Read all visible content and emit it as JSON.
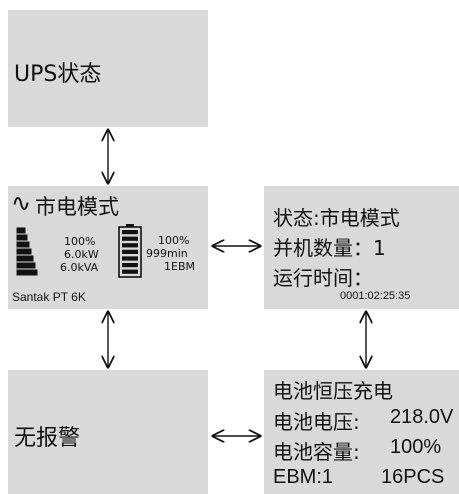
{
  "status_panel": {
    "title": "UPS状态"
  },
  "main_panel": {
    "mode_symbol": "∿",
    "mode": "市电模式",
    "load": {
      "percent_text": "100%",
      "kw": "6.0kW",
      "kva": "6.0kVA",
      "level": 1.0
    },
    "battery": {
      "percent_text": "100%",
      "runtime": "999min",
      "ebm": "1EBM",
      "level": 1.0
    },
    "model": "Santak PT 6K"
  },
  "info_panel": {
    "status": "状态:市电模式",
    "parallel": "并机数量：1",
    "runtime_label": "运行时间：",
    "runtime_value": "0001:02:25:35"
  },
  "alarm_panel": {
    "text": "无报警"
  },
  "battery_panel": {
    "state": "电池恒压充电",
    "voltage_label": "电池电压:",
    "voltage_value": "218.0V",
    "capacity_label": "电池容量:",
    "capacity_value": "100%",
    "ebm_label": "EBM:1",
    "ebm_pcs": "16PCS"
  }
}
